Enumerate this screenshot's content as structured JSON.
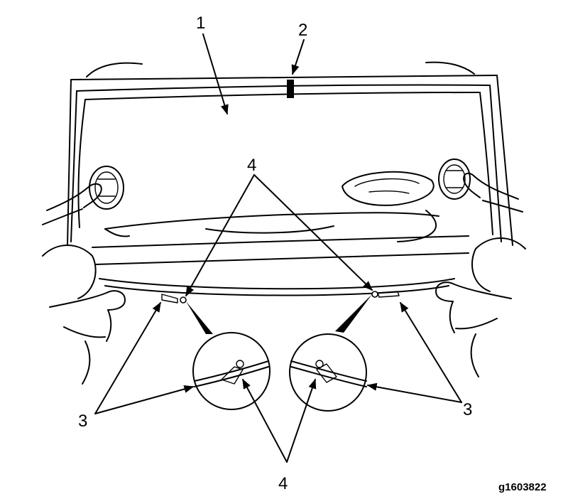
{
  "callouts": {
    "one": "1",
    "two": "2",
    "three_left": "3",
    "three_right": "3",
    "four_top": "4",
    "four_bottom": "4"
  },
  "figure_id": "g1603822"
}
